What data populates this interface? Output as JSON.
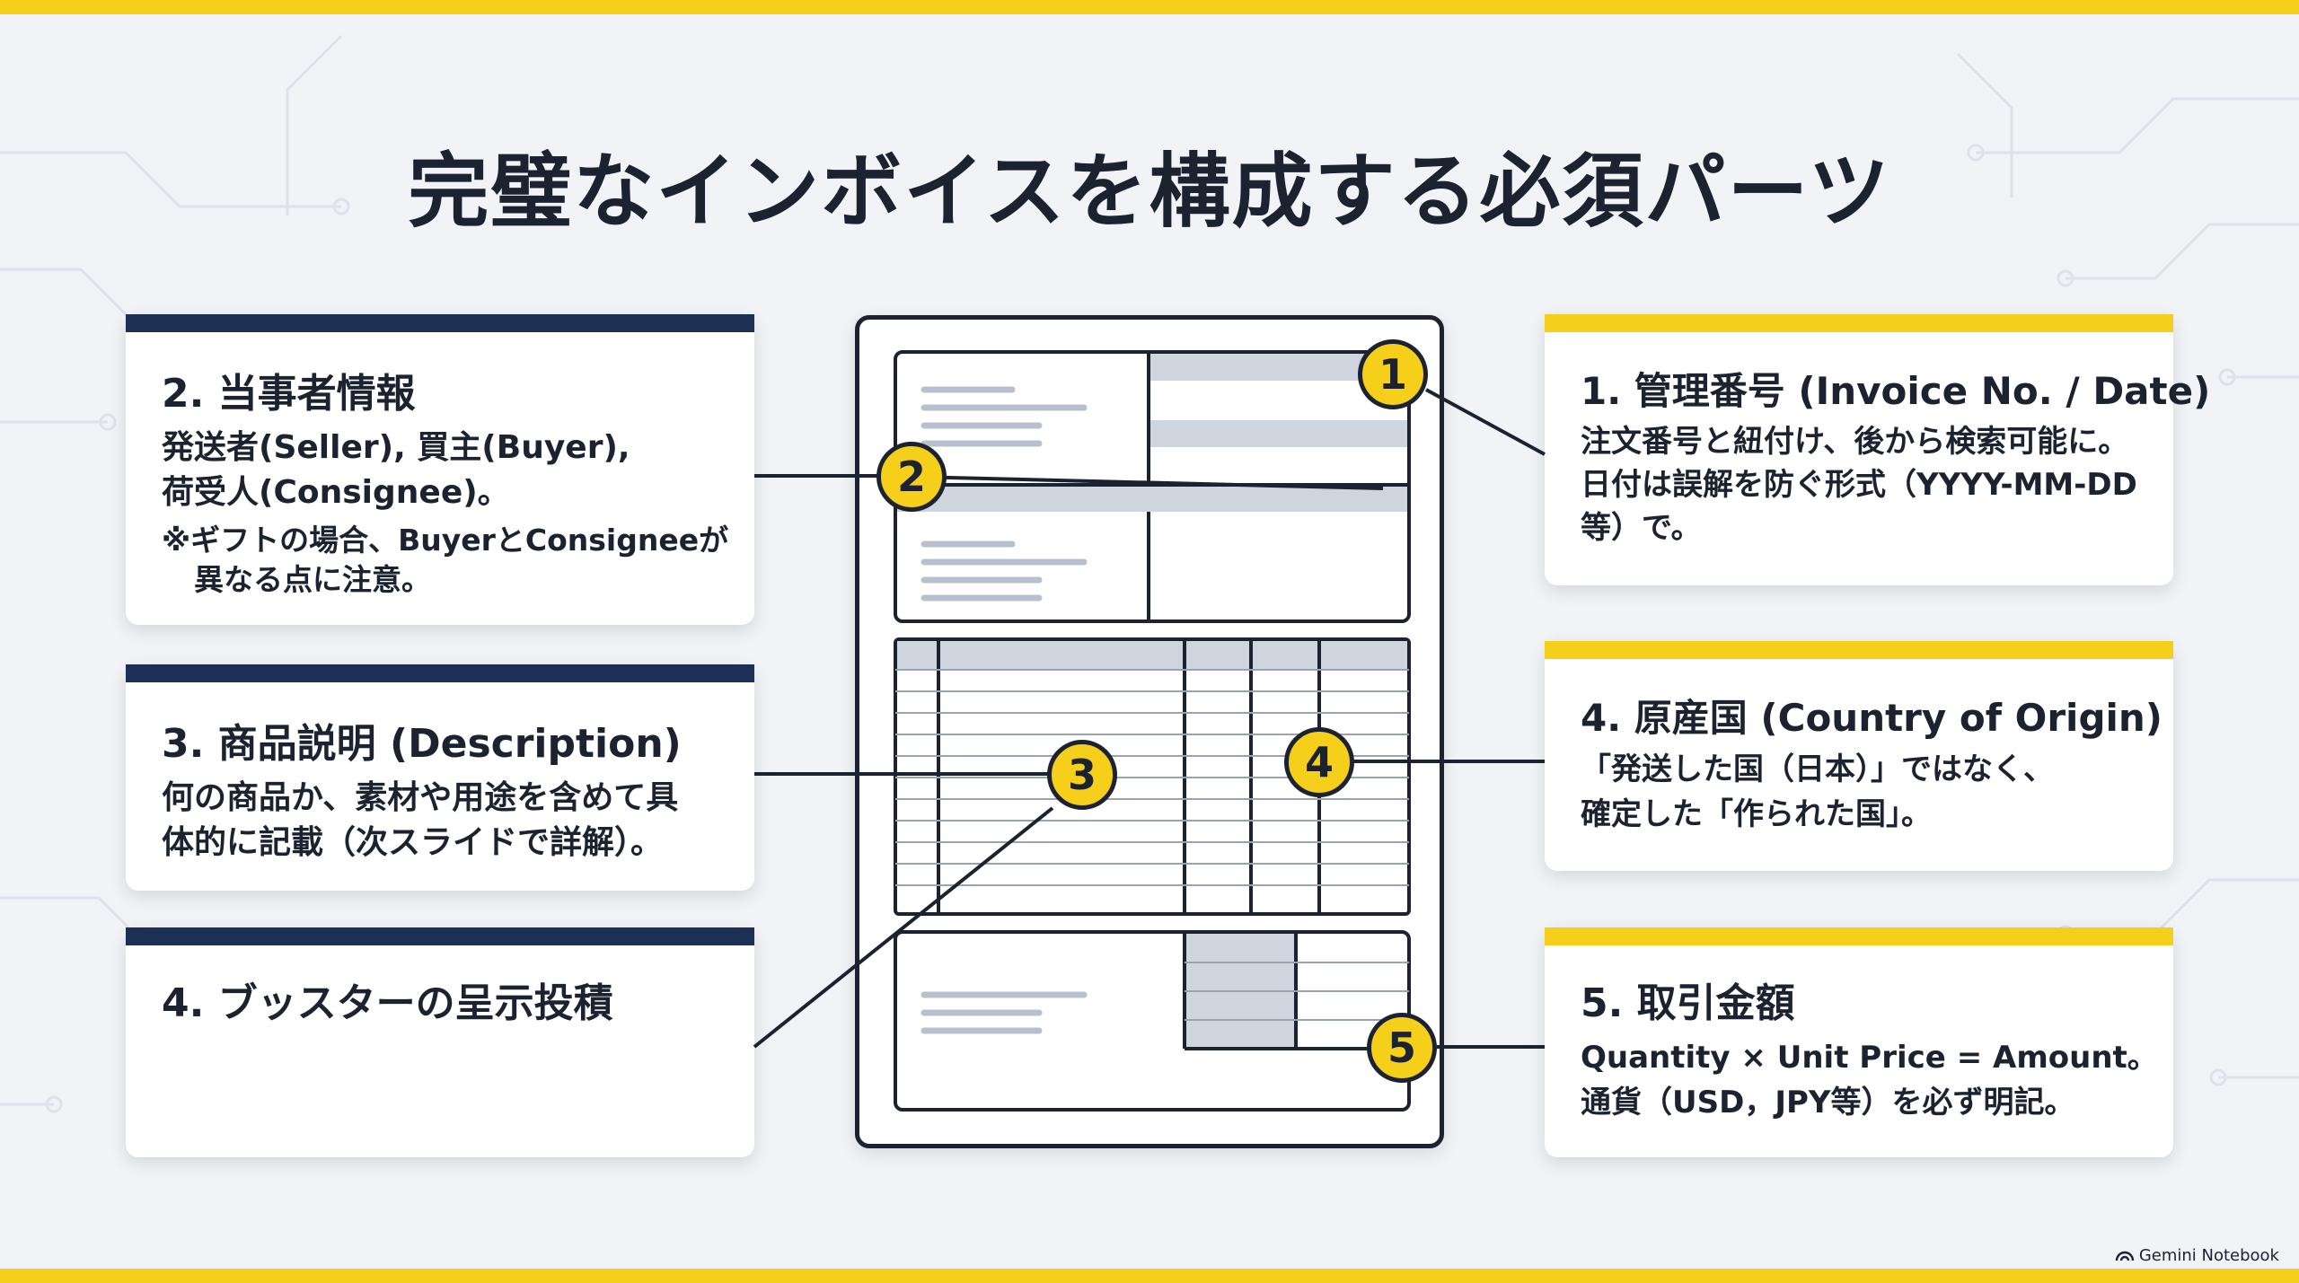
{
  "title": "完璧なインボイスを構成する必須パーツ",
  "colors": {
    "navy": "#1c2f55",
    "yellow": "#f5cf19",
    "ink": "#1c2230",
    "background": "#f1f3f6"
  },
  "cards": {
    "parties": {
      "heading": "2. 当事者情報",
      "lines": [
        "発送者(Seller), 買主(Buyer),",
        "荷受人(Consignee)。"
      ],
      "note": [
        "※ギフトの場合、BuyerとConsigneeが",
        "異なる点に注意。"
      ]
    },
    "description": {
      "heading": "3. 商品説明 (Description)",
      "lines": [
        "何の商品か、素材や用途を含めて具",
        "体的に記載（次スライドで詳解）。"
      ]
    },
    "blister": {
      "heading": "4. ブッスターの呈示投積"
    },
    "invoice_no": {
      "heading": "1. 管理番号 (Invoice No. / Date)",
      "lines": [
        "注文番号と紐付け、後から検索可能に。",
        "日付は誤解を防ぐ形式（YYYY-MM-DD",
        "等）で。"
      ]
    },
    "origin": {
      "heading": "4. 原産国 (Country of Origin)",
      "lines": [
        "「発送した国（日本）」ではなく、",
        "確定した「作られた国」。"
      ]
    },
    "amount": {
      "heading": "5. 取引金額",
      "lines": [
        "Quantity × Unit Price = Amount。",
        "通貨（USD，JPY等）を必ず明記。"
      ]
    }
  },
  "badges": [
    "1",
    "2",
    "3",
    "4",
    "5"
  ],
  "footer": {
    "brand": "Gemini Notebook",
    "icon": "notebook-logo-icon"
  }
}
